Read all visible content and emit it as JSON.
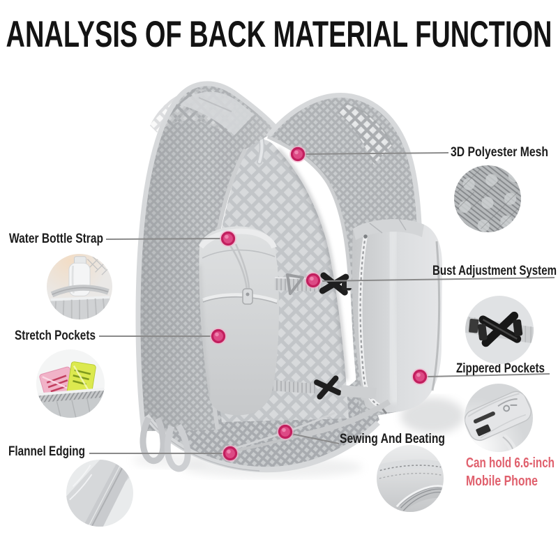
{
  "title": "ANALYSIS OF BACK MATERIAL FUNCTION",
  "colors": {
    "accent_pink": "#d94f86",
    "note_red": "#e0606d",
    "line_gray": "#8a8a8a"
  },
  "callouts": {
    "mesh": {
      "label": "3D Polyester Mesh"
    },
    "water": {
      "label": "Water Bottle Strap"
    },
    "bust": {
      "label": "Bust Adjustment System"
    },
    "stretch": {
      "label": "Stretch Pockets"
    },
    "zipper": {
      "label": "Zippered Pockets"
    },
    "flannel": {
      "label": "Flannel Edging"
    },
    "sewing": {
      "label": "Sewing And Beating"
    }
  },
  "note": {
    "line1": "Can hold 6.6-inch",
    "line2": "Mobile Phone"
  }
}
